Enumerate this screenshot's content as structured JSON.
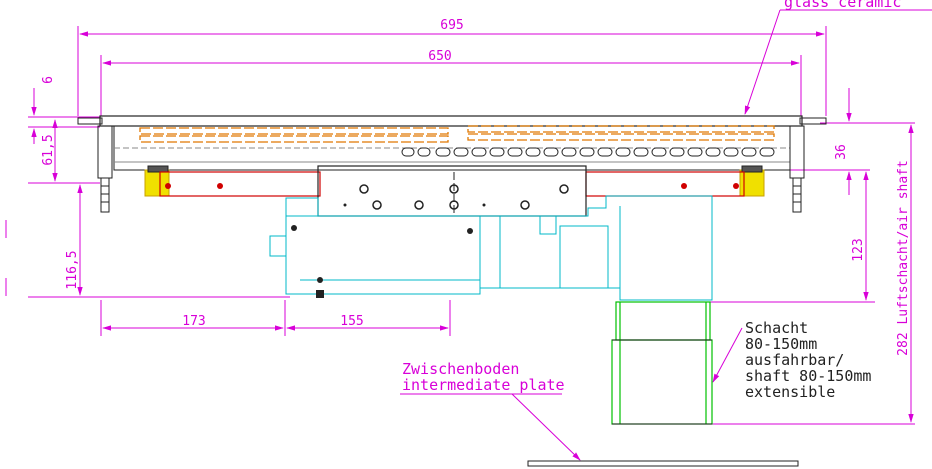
{
  "dimensions": {
    "overall_width": "695",
    "glass_width": "650",
    "glass_thickness": "6",
    "frame_height": "61,5",
    "lower_height": "116,5",
    "bracket_left": "173",
    "bracket_mid": "155",
    "right_offset": "36",
    "right_height": "123",
    "shaft_total": "282 Luftschacht/air shaft"
  },
  "labels": {
    "glass_ceramic": "glass ceramic",
    "zwischenboden_de": "Zwischenboden",
    "zwischenboden_en": "intermediate plate",
    "schacht_1": "Schacht",
    "schacht_2": "80-150mm",
    "schacht_3": "ausfahrbar/",
    "schacht_4": "shaft 80-150mm",
    "schacht_5": "extensible"
  },
  "colors": {
    "dimension": "#d800d8",
    "frame": "#222222",
    "heater": "#e07800",
    "bracket": "#d00000",
    "electronics": "#00b8c8",
    "shaft": "#00c000",
    "highlight": "#f0e000"
  }
}
